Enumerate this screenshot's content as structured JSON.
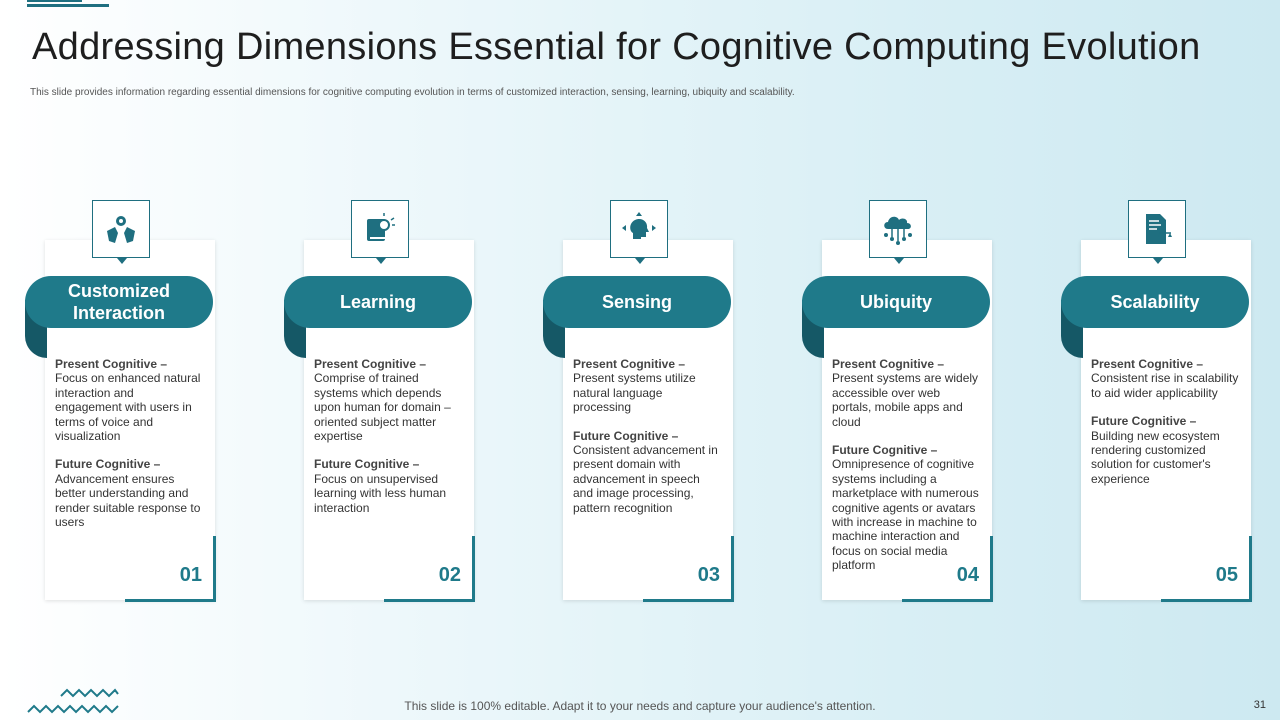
{
  "title": "Addressing Dimensions Essential for Cognitive Computing Evolution",
  "subtitle": "This slide provides information regarding essential dimensions for cognitive computing evolution in terms of customized interaction, sensing, learning, ubiquity and scalability.",
  "cards": [
    {
      "label": "Customized Interaction",
      "icon": "gear-hands-icon",
      "present_head": "Present Cognitive –",
      "present_text": "Focus on enhanced natural interaction and engagement with users in terms of voice and visualization",
      "future_head": "Future Cognitive –",
      "future_text": "Advancement ensures better understanding and render suitable response to users",
      "number": "01"
    },
    {
      "label": "Learning",
      "icon": "book-bulb-icon",
      "present_head": "Present Cognitive –",
      "present_text": "Comprise of trained systems which depends upon human for domain – oriented subject matter expertise",
      "future_head": "Future Cognitive –",
      "future_text": "Focus on unsupervised learning with less human interaction",
      "number": "02"
    },
    {
      "label": "Sensing",
      "icon": "head-arrows-icon",
      "present_head": "Present Cognitive –",
      "present_text": "Present systems utilize natural language processing",
      "future_head": "Future Cognitive –",
      "future_text": "Consistent advancement in present domain with advancement in speech and image processing, pattern recognition",
      "number": "03"
    },
    {
      "label": "Ubiquity",
      "icon": "cloud-network-icon",
      "present_head": "Present Cognitive –",
      "present_text": "Present systems are widely accessible over web portals, mobile apps and cloud",
      "future_head": "Future Cognitive –",
      "future_text": "Omnipresence of cognitive systems including a marketplace with numerous cognitive agents or avatars with increase in machine to machine interaction and focus on social media platform",
      "number": "04"
    },
    {
      "label": "Scalability",
      "icon": "document-scale-icon",
      "present_head": "Present Cognitive –",
      "present_text": "Consistent rise in scalability to aid wider applicability",
      "future_head": "Future Cognitive –",
      "future_text": "Building new ecosystem rendering customized solution for customer's experience",
      "number": "05"
    }
  ],
  "footer": "This slide is 100% editable. Adapt it to your needs and capture your audience's attention.",
  "page_number": "31",
  "colors": {
    "accent": "#1f7a8a",
    "accent_dark": "#155866"
  }
}
